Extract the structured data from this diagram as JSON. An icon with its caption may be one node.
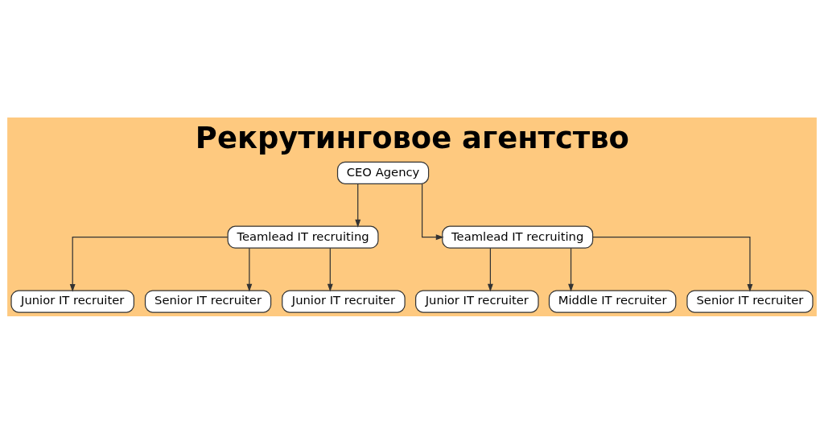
{
  "diagram": {
    "title": "Рекрутинговое агентство",
    "nodes": [
      {
        "text": [
          "CEO Agency"
        ]
      },
      {
        "text": [
          "Teamlead IT recruiting"
        ]
      },
      {
        "text": [
          "Teamlead IT recruiting"
        ]
      },
      {
        "text": [
          "Junior IT recruiter"
        ]
      },
      {
        "text": [
          "Senior IT recruiter"
        ]
      },
      {
        "text": [
          "Junior IT recruiter"
        ]
      },
      {
        "text": [
          "Junior IT recruiter"
        ]
      },
      {
        "text": [
          "Middle IT recruiter"
        ]
      },
      {
        "text": [
          "Senior IT recruiter"
        ]
      }
    ],
    "edges": [
      {
        "from": 0,
        "to": 1,
        "arrow": "to"
      },
      {
        "from": 0,
        "to": 2,
        "arrow": "to"
      },
      {
        "from": 1,
        "to": 3,
        "arrow": "to"
      },
      {
        "from": 1,
        "to": 4,
        "arrow": "to"
      },
      {
        "from": 1,
        "to": 5,
        "arrow": "to"
      },
      {
        "from": 2,
        "to": 6,
        "arrow": "to"
      },
      {
        "from": 2,
        "to": 7,
        "arrow": "to"
      },
      {
        "from": 2,
        "to": 8,
        "arrow": "to"
      }
    ]
  }
}
